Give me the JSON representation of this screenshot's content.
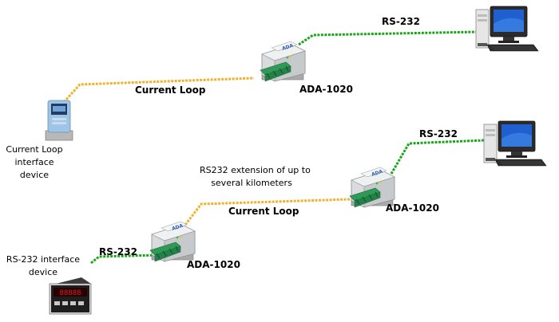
{
  "top": {
    "rs232_label": "RS-232",
    "current_loop_label": "Current Loop",
    "converter_label": "ADA-1020",
    "device_caption_lines": [
      "Current Loop",
      "interface",
      "device"
    ]
  },
  "bottom": {
    "rs232_right_label": "RS-232",
    "extension_note_lines": [
      "RS232 extension of up to",
      "several kilometers"
    ],
    "current_loop_label": "Current Loop",
    "converter_right_label": "ADA-1020",
    "rs232_left_label": "RS-232",
    "converter_left_label": "ADA-1020",
    "device_caption_lines": [
      "RS-232 interface",
      "device"
    ]
  },
  "icons": {
    "converter_brand": "ADA",
    "panel_meter_readout": "88888"
  },
  "colors": {
    "rs232_line": "#1aa51a",
    "current_loop_line": "#f2b12c",
    "converter_terminals": "#2f9a58",
    "monitor_screen": "#1f5fcf",
    "meter_display": "#d4221f"
  }
}
